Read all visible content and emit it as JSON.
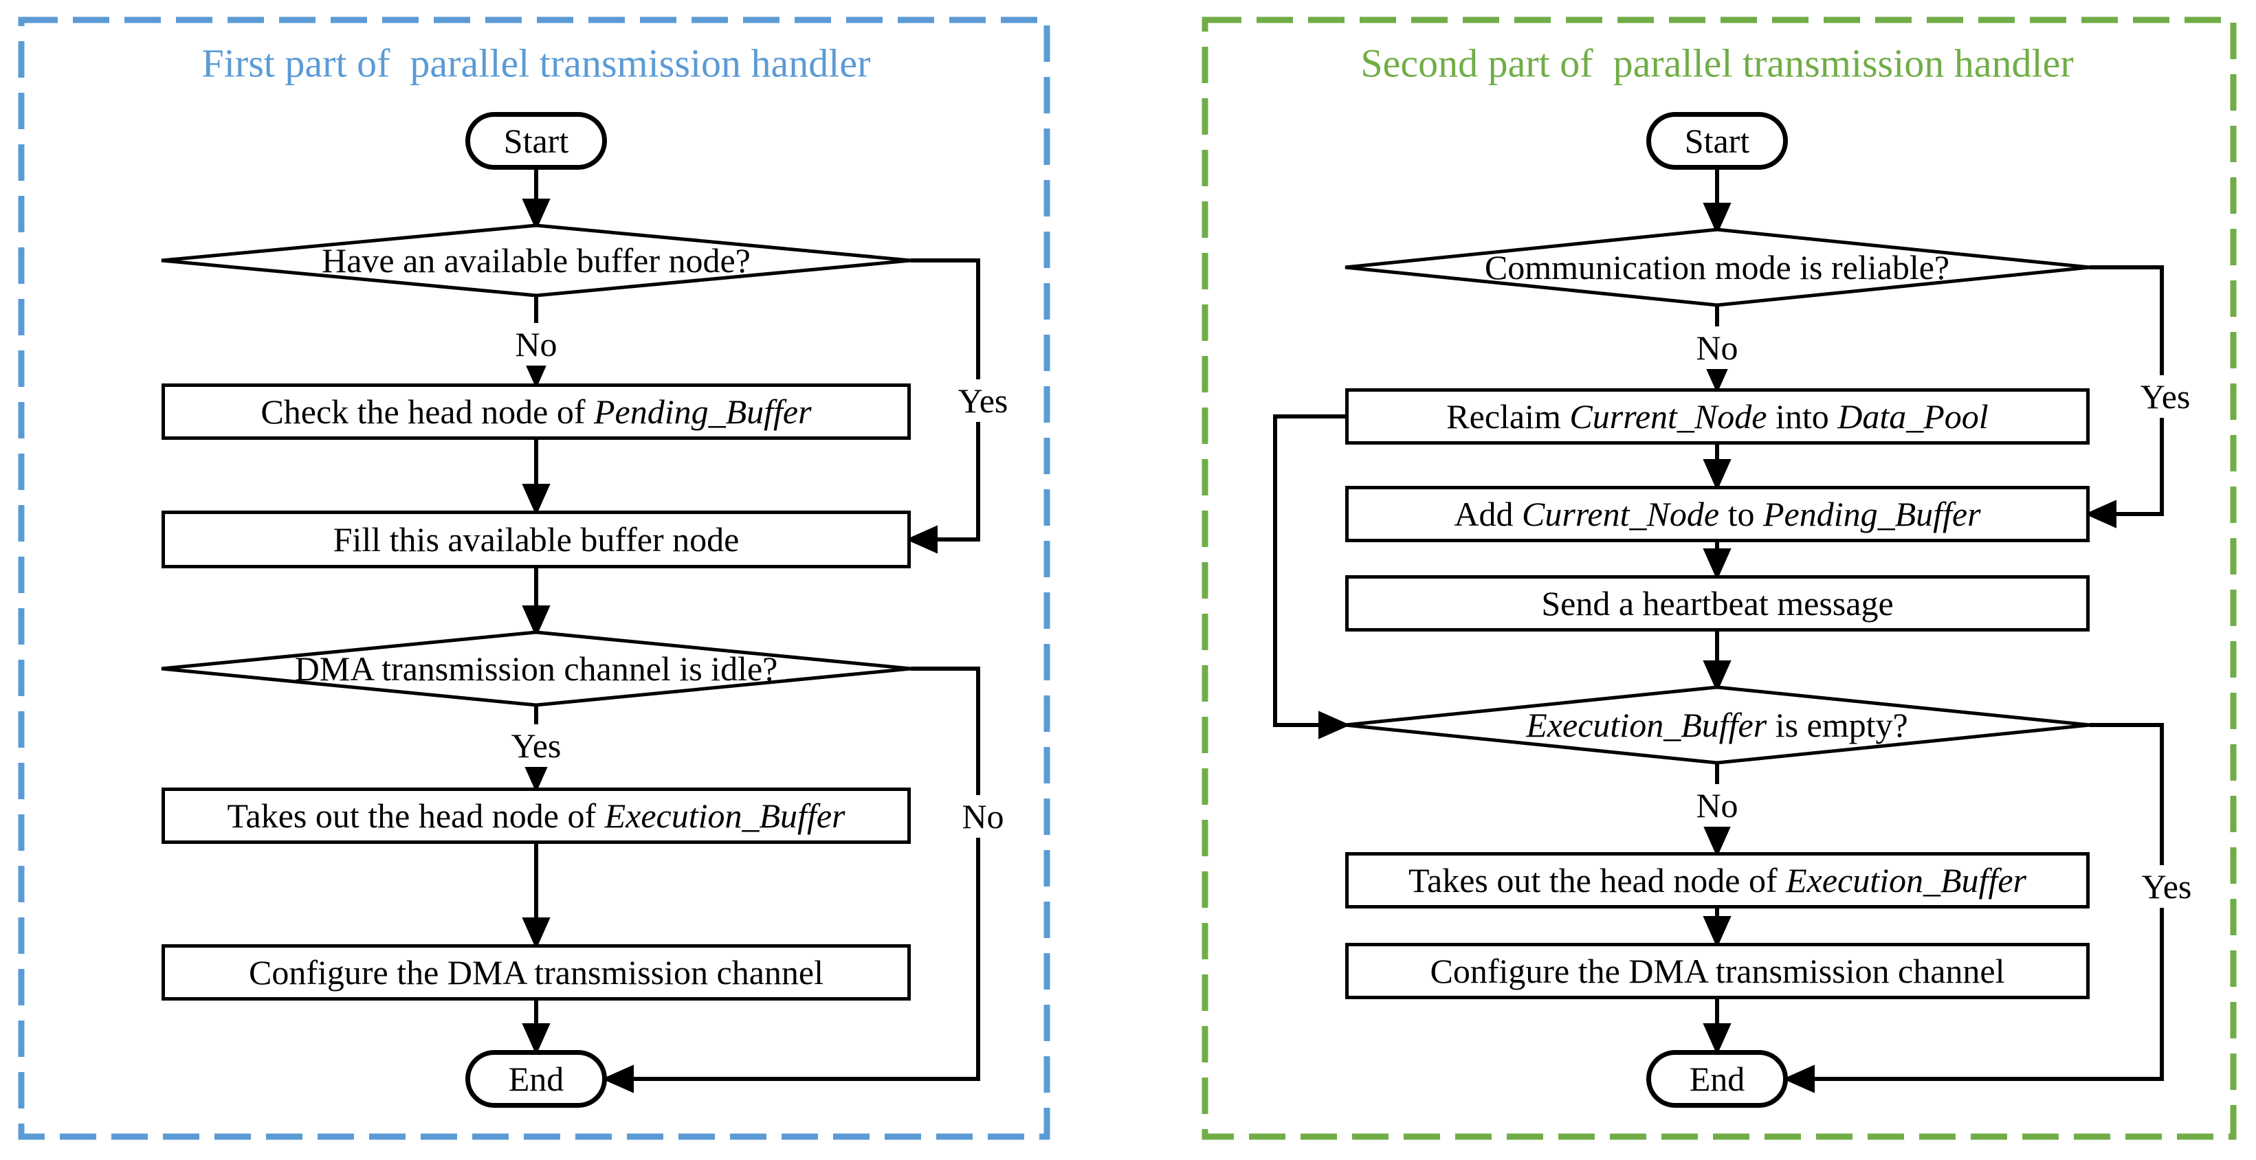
{
  "colors": {
    "accent_blue": "#5B9BD5",
    "accent_green": "#70AD47",
    "line_black": "#000000"
  },
  "left_panel": {
    "title": "First part of  parallel transmission handler",
    "start": "Start",
    "end": "End",
    "decision_buffer_node": [
      {
        "t": "Have an available buffer node?",
        "i": false
      }
    ],
    "box_check_head": [
      {
        "t": "Check the head node of ",
        "i": false
      },
      {
        "t": "Pending_Buffer",
        "i": true
      }
    ],
    "box_fill_node": [
      {
        "t": "Fill this available buffer node",
        "i": false
      }
    ],
    "decision_dma_idle": [
      {
        "t": "DMA transmission channel is idle?",
        "i": false
      }
    ],
    "box_takes_out": [
      {
        "t": "Takes out the head node of ",
        "i": false
      },
      {
        "t": "Execution_Buffer",
        "i": true
      }
    ],
    "box_configure": [
      {
        "t": "Configure the DMA transmission channel",
        "i": false
      }
    ],
    "labels": {
      "d1_no": "No",
      "d1_yes": "Yes",
      "d2_yes": "Yes",
      "d2_no": "No"
    }
  },
  "right_panel": {
    "title": "Second part of  parallel transmission handler",
    "start": "Start",
    "end": "End",
    "decision_comm_reliable": [
      {
        "t": "Communication mode is reliable?",
        "i": false
      }
    ],
    "box_reclaim": [
      {
        "t": "Reclaim ",
        "i": false
      },
      {
        "t": "Current_Node",
        "i": true
      },
      {
        "t": " into ",
        "i": false
      },
      {
        "t": "Data_Pool",
        "i": true
      }
    ],
    "box_add": [
      {
        "t": "Add ",
        "i": false
      },
      {
        "t": "Current_Node",
        "i": true
      },
      {
        "t": " to ",
        "i": false
      },
      {
        "t": "Pending_Buffer",
        "i": true
      }
    ],
    "box_heartbeat": [
      {
        "t": "Send a heartbeat message",
        "i": false
      }
    ],
    "decision_exec_empty": [
      {
        "t": "Execution_Buffer",
        "i": true
      },
      {
        "t": " is empty?",
        "i": false
      }
    ],
    "box_takes_out": [
      {
        "t": "Takes out the head node of ",
        "i": false
      },
      {
        "t": "Execution_Buffer",
        "i": true
      }
    ],
    "box_configure": [
      {
        "t": "Configure the DMA transmission channel",
        "i": false
      }
    ],
    "labels": {
      "d1_no": "No",
      "d1_yes": "Yes",
      "d2_no": "No",
      "d2_yes": "Yes"
    }
  }
}
